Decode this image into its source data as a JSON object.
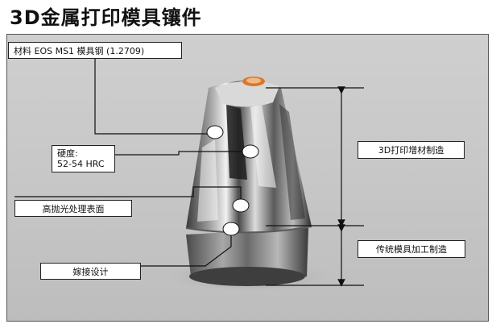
{
  "title": "3D金属打印模具镶件",
  "labels": {
    "material": "材料 EOS MS1 模具钢 (1.2709)",
    "hardness_title": "硬度:",
    "hardness_value": "52-54 HRC",
    "polish": "高抛光处理表面",
    "weld": "嫁接设计",
    "printed": "3D打印增材制造",
    "traditional": "传统模具加工制造"
  },
  "colors": {
    "photo_background": "#c8c8c8",
    "metal_dark": "#3c3c3c",
    "metal_light": "#e8e8e8",
    "marker": "#ffffff"
  }
}
